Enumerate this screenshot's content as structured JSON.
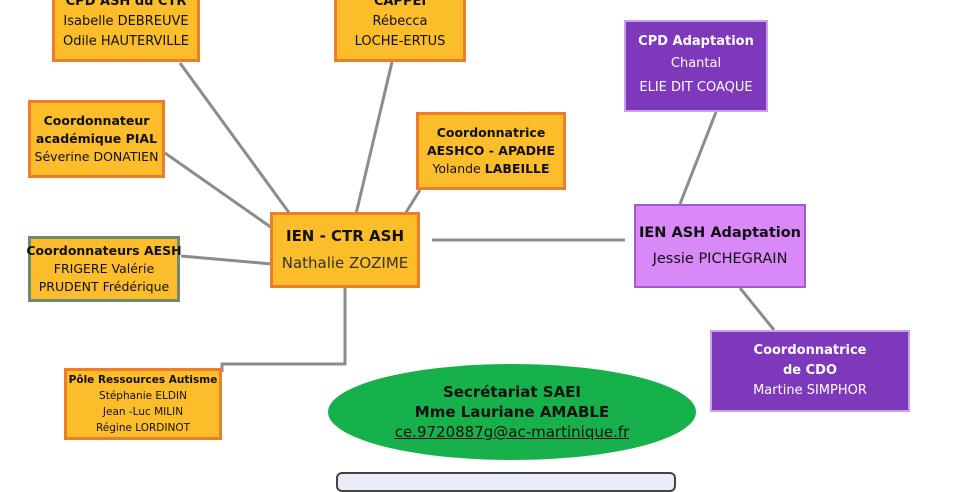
{
  "nodes": {
    "cpd_ash_ctr": {
      "title": "CPD ASH du CTR",
      "line1": "Isabelle DEBREUVE",
      "line2": "Odile HAUTERVILLE"
    },
    "cappei": {
      "title": "CAPPEI",
      "line1": "Rébecca",
      "line2": "LOCHE-ERTUS"
    },
    "cpd_adaptation": {
      "title": "CPD Adaptation",
      "line1": "Chantal",
      "line2": "ELIE DIT COAQUE"
    },
    "coord_pial": {
      "title1": "Coordonnateur",
      "title2": "académique PIAL",
      "name": "Séverine DONATIEN"
    },
    "coord_aeshco": {
      "title1": "Coordonnatrice",
      "title2": "AESHCO - APADHE",
      "first": "Yolande",
      "last": "LABEILLE"
    },
    "ien_ctr": {
      "title": "IEN - CTR ASH",
      "name": "Nathalie ZOZIME"
    },
    "ien_adaptation": {
      "title": "IEN ASH Adaptation",
      "name": "Jessie PICHEGRAIN"
    },
    "coord_aesh": {
      "title": "Coordonnateurs AESH",
      "line1": "FRIGERE Valérie",
      "line2": "PRUDENT Frédérique"
    },
    "pole_autisme": {
      "title": "Pôle Ressources Autisme",
      "line1": "Stéphanie ELDIN",
      "line2": "Jean -Luc MILIN",
      "line3": "Régine LORDINOT"
    },
    "coord_cdo": {
      "title1": "Coordonnatrice",
      "title2": "de CDO",
      "name": "Martine SIMPHOR"
    }
  },
  "secretariat": {
    "title": "Secrétariat SAEI",
    "name": "Mme Lauriane AMABLE",
    "email": "ce.9720887g@ac-martinique.fr"
  },
  "colors": {
    "orange_fill": "#fbbd2a",
    "orange_border": "#ee7d2a",
    "violet_light": "#d888f7",
    "violet_dark": "#7d38bb",
    "green": "#16b14a",
    "connector": "#8c8c8c"
  }
}
